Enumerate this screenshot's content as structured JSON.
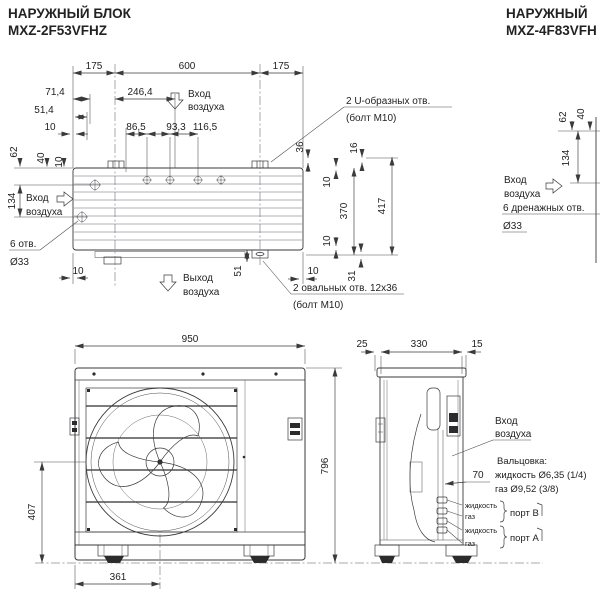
{
  "palette": {
    "line": "#3a3a3c",
    "text": "#222222",
    "bg": "#ffffff"
  },
  "unit_left": {
    "title": "НАРУЖНЫЙ БЛОК",
    "model": "MXZ-2F53VFHZ"
  },
  "unit_right": {
    "title": "НАРУЖНЫЙ",
    "model": "MXZ-4F83VFH"
  },
  "top_view": {
    "dim_175_left": "175",
    "dim_600": "600",
    "dim_175_right": "175",
    "dim_71_4": "71,4",
    "dim_246_4": "246,4",
    "dim_51_4": "51,4",
    "dim_10_row": "10",
    "dim_86_5": "86,5",
    "dim_93_3": "93,3",
    "dim_116_5": "116,5",
    "dim_62": "62",
    "dim_40": "40",
    "dim_10_left": "10",
    "dim_134": "134",
    "dim_10_bottom_left": "10",
    "dim_36": "36",
    "dim_16": "16",
    "dim_10_top_right": "10",
    "dim_370": "370",
    "dim_417": "417",
    "dim_10_bottom_right": "10",
    "dim_31": "31",
    "dim_51": "51",
    "dim_10_bottom_edge": "10",
    "air_inlet_top_line1": "Вход",
    "air_inlet_top_line2": "воздуха",
    "air_inlet_left_line1": "Вход",
    "air_inlet_left_line2": "воздуха",
    "air_outlet_line1": "Выход",
    "air_outlet_line2": "воздуха",
    "u_holes_line1": "2 U-образных отв.",
    "u_holes_line2": "(болт M10)",
    "oval_holes_line1": "2 овальных отв. 12x36",
    "oval_holes_line2": "(болт M10)",
    "drain_line1": "6 отв.",
    "drain_line2": "Ø33"
  },
  "right_view": {
    "dim_62": "62",
    "dim_40": "40",
    "dim_134": "134",
    "air_inlet_line1": "Вход",
    "air_inlet_line2": "воздуха",
    "drain_line1": "6 дренажных отв.",
    "drain_line2": "Ø33"
  },
  "front_view": {
    "dim_950": "950",
    "dim_407": "407",
    "dim_361": "361",
    "dim_796": "796"
  },
  "side_view": {
    "dim_25": "25",
    "dim_330": "330",
    "dim_15": "15",
    "dim_70": "70",
    "air_inlet_line1": "Вход",
    "air_inlet_line2": "воздуха",
    "flare_line1": "Вальцовка:",
    "flare_line2": "жидкость Ø6,35 (1/4)",
    "flare_line3": "газ Ø9,52 (3/8)",
    "port_b_liquid": "жидкость",
    "port_b_gas": "газ",
    "port_b_label": "порт B",
    "port_a_liquid": "жидкость",
    "port_a_gas": "газ",
    "port_a_label": "порт A"
  }
}
